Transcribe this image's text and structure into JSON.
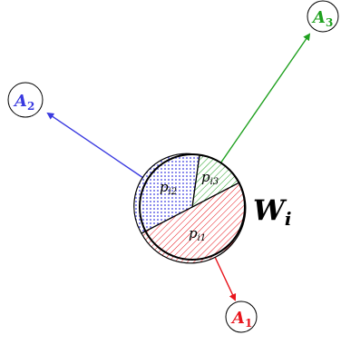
{
  "center": {
    "label": "W",
    "subscript": "i",
    "slices": [
      {
        "label": "p",
        "subscript": "i1",
        "fill": "red-hatch"
      },
      {
        "label": "p",
        "subscript": "i2",
        "fill": "blue-dots"
      },
      {
        "label": "p",
        "subscript": "i3",
        "fill": "green-hatch"
      }
    ]
  },
  "nodes": [
    {
      "label": "A",
      "subscript": "1",
      "color": "#e8141b"
    },
    {
      "label": "A",
      "subscript": "2",
      "color": "#3a3ae0"
    },
    {
      "label": "A",
      "subscript": "3",
      "color": "#1fa01f"
    }
  ]
}
